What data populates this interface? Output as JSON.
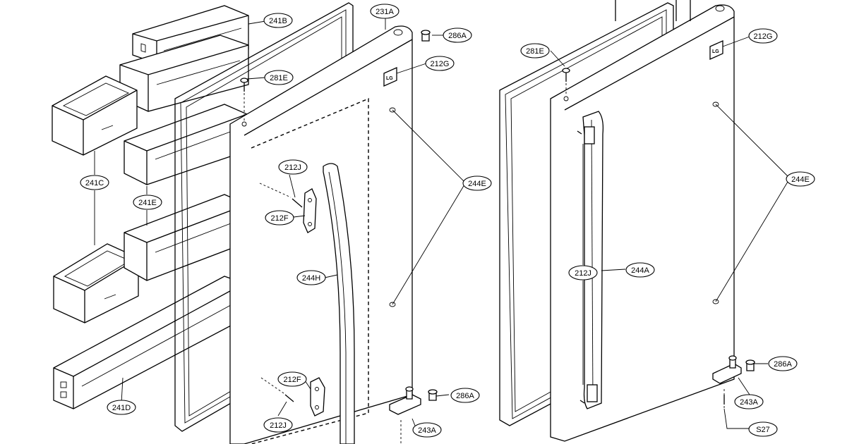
{
  "callouts": [
    {
      "id": "c-241b",
      "text": "241B"
    },
    {
      "id": "c-231a",
      "text": "231A"
    },
    {
      "id": "c-286a-top",
      "text": "286A"
    },
    {
      "id": "c-212g-left",
      "text": "212G"
    },
    {
      "id": "c-281e-left",
      "text": "281E"
    },
    {
      "id": "c-241c",
      "text": "241C"
    },
    {
      "id": "c-241e",
      "text": "241E"
    },
    {
      "id": "c-212j-upper",
      "text": "212J"
    },
    {
      "id": "c-212f-upper",
      "text": "212F"
    },
    {
      "id": "c-244e-left",
      "text": "244E"
    },
    {
      "id": "c-244h",
      "text": "244H"
    },
    {
      "id": "c-212f-lower",
      "text": "212F"
    },
    {
      "id": "c-212j-lower",
      "text": "212J"
    },
    {
      "id": "c-241d",
      "text": "241D"
    },
    {
      "id": "c-286a-mid",
      "text": "286A"
    },
    {
      "id": "c-243a-left",
      "text": "243A"
    },
    {
      "id": "c-281e-right",
      "text": "281E"
    },
    {
      "id": "c-212g-right",
      "text": "212G"
    },
    {
      "id": "c-244e-right",
      "text": "244E"
    },
    {
      "id": "c-212j-right",
      "text": "212J"
    },
    {
      "id": "c-244a",
      "text": "244A"
    },
    {
      "id": "c-286a-right",
      "text": "286A"
    },
    {
      "id": "c-243a-right",
      "text": "243A"
    },
    {
      "id": "c-s27",
      "text": "S27"
    }
  ],
  "logo_text": "LG"
}
